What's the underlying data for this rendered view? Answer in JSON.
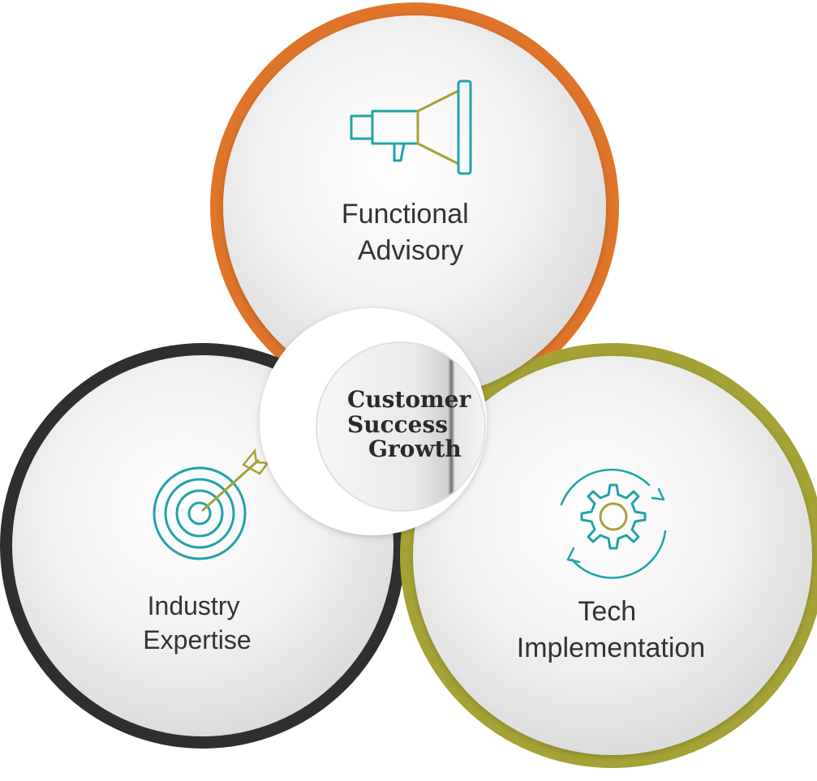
{
  "diagram": {
    "circles": [
      {
        "id": "functional",
        "lines": [
          "Functional",
          "Advisory"
        ],
        "icon": "megaphone-icon",
        "ring_color": "#e0752a"
      },
      {
        "id": "industry",
        "lines": [
          "Industry",
          "Expertise"
        ],
        "icon": "target-arrow-icon",
        "ring_color": "#2f2f2f"
      },
      {
        "id": "tech",
        "lines": [
          "Tech",
          "Implementation"
        ],
        "icon": "gear-cycle-icon",
        "ring_color": "#a5a235"
      }
    ],
    "center": {
      "lines": [
        "Customer",
        "Success",
        "Growth"
      ]
    },
    "icon_colors": {
      "primary": "#1fa3a8",
      "accent": "#a5a235"
    }
  }
}
